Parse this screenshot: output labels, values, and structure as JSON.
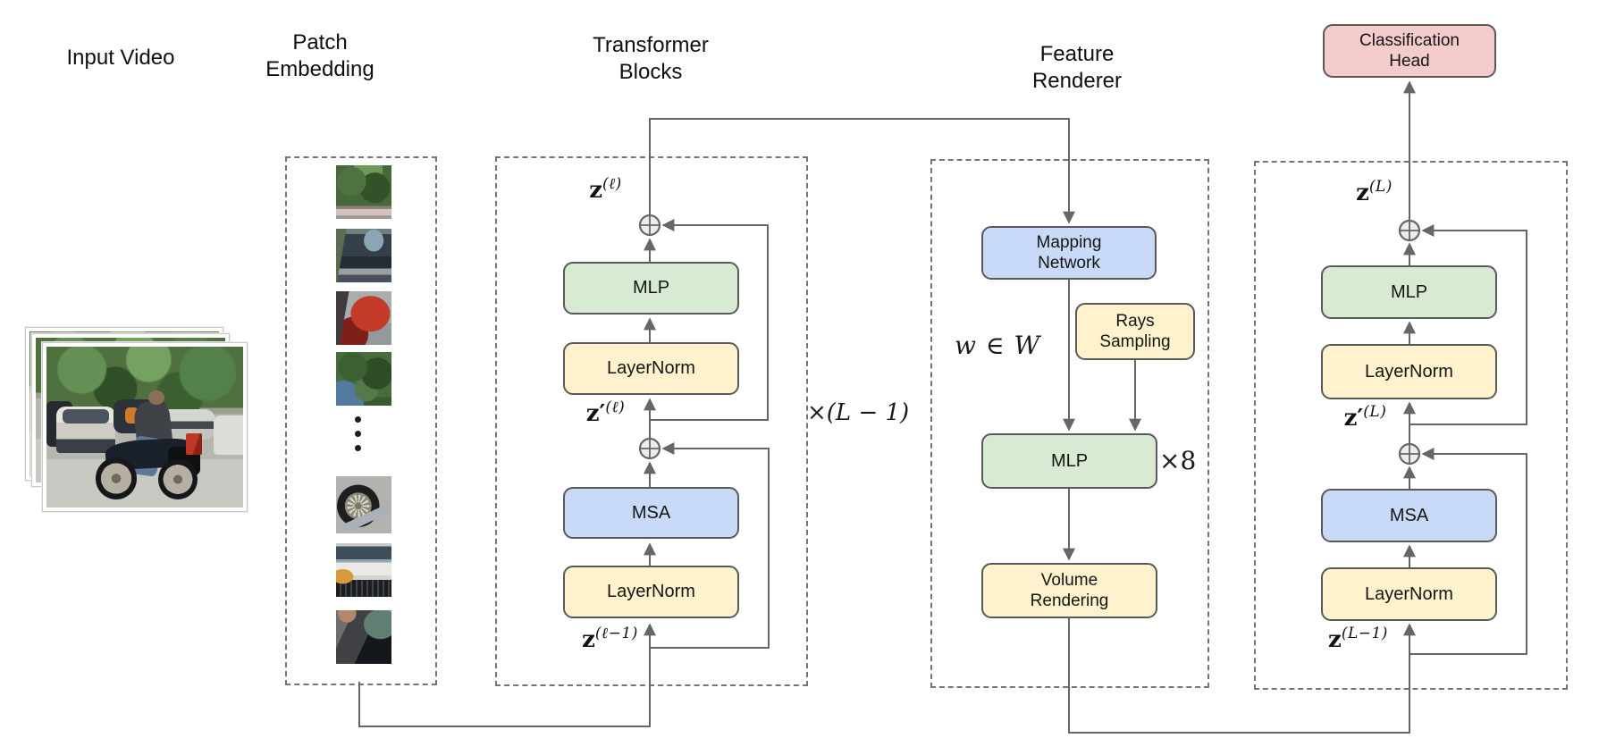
{
  "titles": {
    "input_video": "Input Video",
    "patch_embedding": "Patch\nEmbedding",
    "transformer_blocks": "Transformer\nBlocks",
    "feature_renderer": "Feature\nRenderer"
  },
  "transformer": {
    "z_out_base": "z",
    "z_out_sup": "(ℓ)",
    "mlp": "MLP",
    "layernorm_top": "LayerNorm",
    "z_mid_base": "z′",
    "z_mid_sup": "(ℓ)",
    "msa": "MSA",
    "layernorm_bottom": "LayerNorm",
    "z_in_base": "z",
    "z_in_sup": "(ℓ−1)",
    "repeat_label": "×(L − 1)"
  },
  "feature_renderer": {
    "mapping_network": "Mapping\nNetwork",
    "rays_sampling": "Rays\nSampling",
    "latent_label": "w ∈ W",
    "mlp": "MLP",
    "mlp_repeat_label": "×8",
    "volume_rendering": "Volume\nRendering"
  },
  "output_block": {
    "classification_head": "Classification\nHead",
    "z_out_base": "z",
    "z_out_sup": "(L)",
    "mlp": "MLP",
    "layernorm_top": "LayerNorm",
    "z_mid_base": "z′",
    "z_mid_sup": "(L)",
    "msa": "MSA",
    "layernorm_bottom": "LayerNorm",
    "z_in_base": "z",
    "z_in_sup": "(L−1)"
  },
  "patch_embedding": {
    "patches": [
      "trees-and-car-roof",
      "dark-suv",
      "red-flag",
      "trees-and-blue-car",
      "motorcycle-wheel",
      "white-car-front",
      "rider-shoulder-and-car"
    ]
  },
  "colors": {
    "node_green": "#d9ead3",
    "node_yellow": "#fff2cc",
    "node_blue": "#c9daf8",
    "node_pink": "#f4cccc",
    "node_border": "#595959",
    "wire": "#666666",
    "dashed_border": "#757575"
  }
}
